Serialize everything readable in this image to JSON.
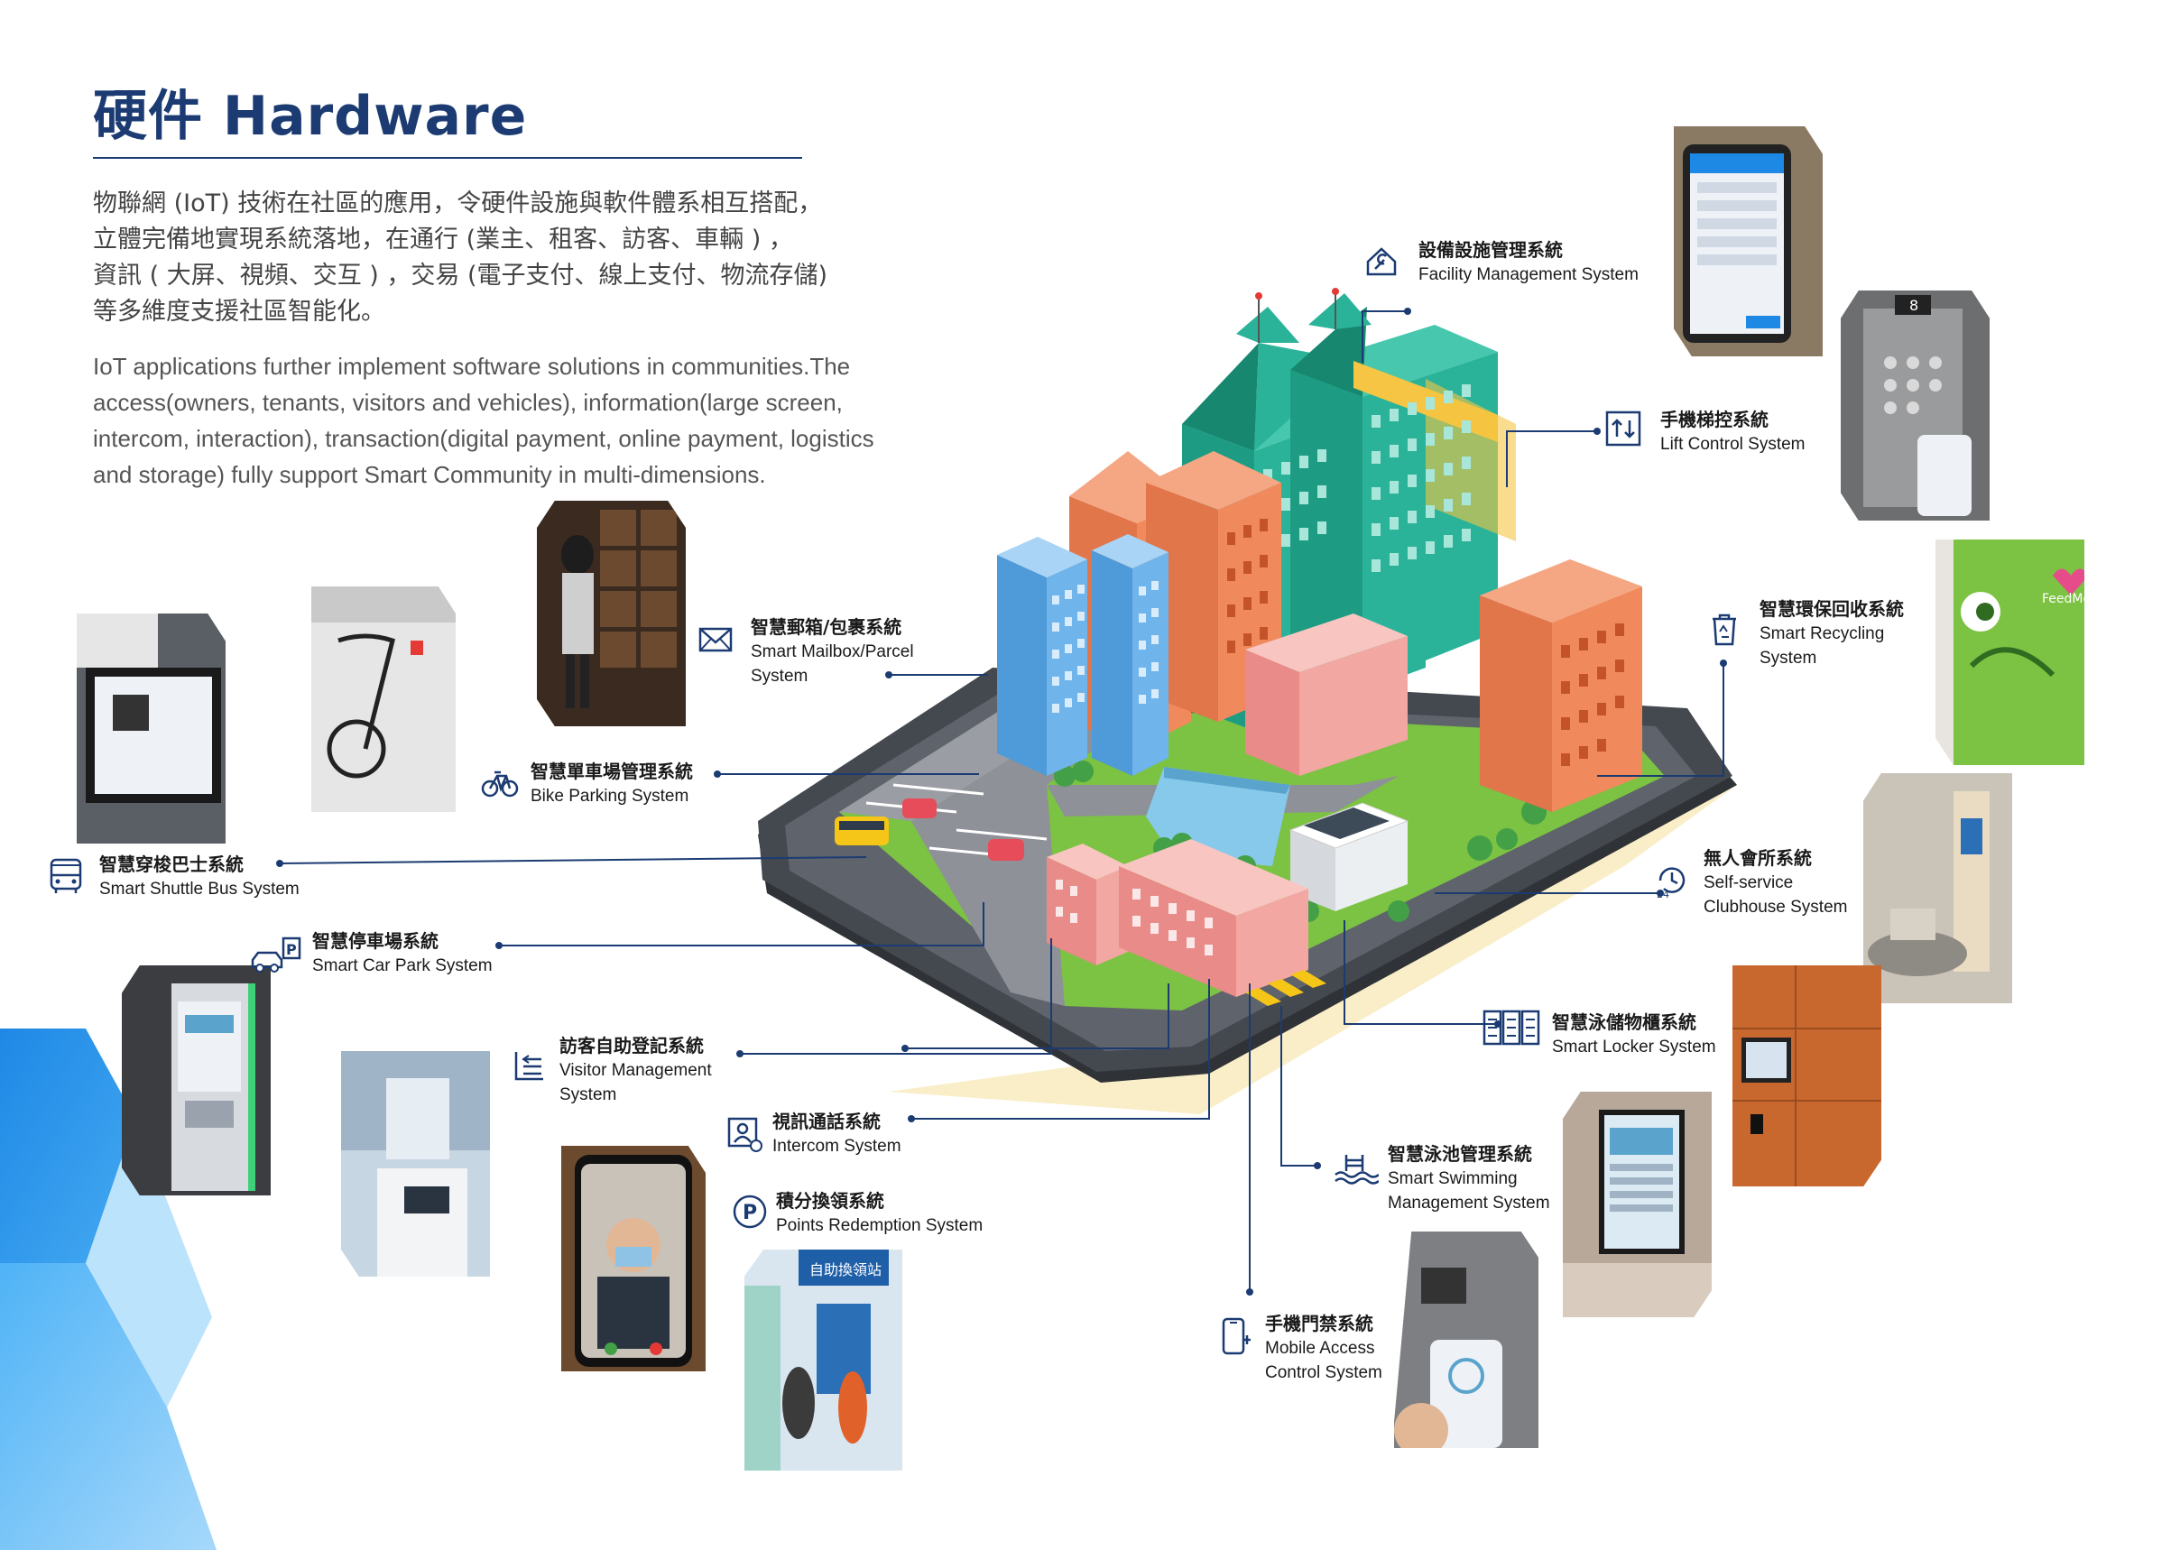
{
  "header": {
    "title": "硬件 Hardware",
    "zh_intro_lines": [
      "物聯網 (IoT) 技術在社區的應用，令硬件設施與軟件體系相互搭配，",
      "立體完備地實現系統落地，在通行 (業主、租客、訪客、車輛 ) ，",
      "資訊 ( 大屏、視頻、交互 ) ，交易 (電子支付、線上支付、物流存儲)",
      "等多維度支援社區智能化。"
    ],
    "en_intro_lines": [
      "IoT applications further implement software solutions in communities.The",
      "access(owners, tenants, visitors and vehicles), information(large screen,",
      "intercom, interaction), transaction(digital payment, online payment, logistics",
      "and storage) fully support Smart Community in multi-dimensions."
    ]
  },
  "systems": {
    "facility": {
      "zh": "設備設施管理系統",
      "en": [
        "Facility Management System"
      ],
      "icon": "wrench-house-icon"
    },
    "lift": {
      "zh": "手機梯控系統",
      "en": [
        "Lift Control System"
      ],
      "icon": "lift-arrows-icon"
    },
    "recycling": {
      "zh": "智慧環保回收系統",
      "en": [
        "Smart Recycling",
        "System"
      ],
      "icon": "recycle-bin-icon"
    },
    "clubhouse": {
      "zh": "無人會所系統",
      "en": [
        "Self-service",
        "Clubhouse System"
      ],
      "icon": "clock-24-icon"
    },
    "locker": {
      "zh": "智慧泳儲物櫃系統",
      "en": [
        "Smart Locker System"
      ],
      "icon": "locker-icon"
    },
    "pool": {
      "zh": "智慧泳池管理系統",
      "en": [
        "Smart Swimming",
        "Management System"
      ],
      "icon": "swimming-icon"
    },
    "mobile_access": {
      "zh": "手機門禁系統",
      "en": [
        "Mobile Access",
        "Control System"
      ],
      "icon": "phone-icon"
    },
    "points": {
      "zh": "積分換領系統",
      "en": [
        "Points Redemption System"
      ],
      "icon": "points-coin-icon"
    },
    "intercom": {
      "zh": "視訊通話系統",
      "en": [
        "Intercom System"
      ],
      "icon": "video-call-icon"
    },
    "visitor": {
      "zh": "訪客自助登記系統",
      "en": [
        "Visitor Management",
        "System"
      ],
      "icon": "visitor-list-icon"
    },
    "carpark": {
      "zh": "智慧停車場系統",
      "en": [
        "Smart Car Park System"
      ],
      "icon": "car-parking-icon"
    },
    "shuttle": {
      "zh": "智慧穿梭巴士系統",
      "en": [
        "Smart Shuttle Bus System"
      ],
      "icon": "bus-icon"
    },
    "bike": {
      "zh": "智慧單車場管理系統",
      "en": [
        "Bike Parking System"
      ],
      "icon": "bicycle-icon"
    },
    "mailbox": {
      "zh": "智慧郵箱/包裹系統",
      "en": [
        "Smart Mailbox/Parcel",
        "System"
      ],
      "icon": "envelope-icon"
    }
  },
  "photo_text": {
    "recycling_brand": "FeedMe",
    "points_sign": "自助換領站",
    "lift_floor": "8"
  },
  "colors": {
    "navy": "#1b3b72",
    "blue": "#1e88e5",
    "tablet": "#3d4046",
    "road": "#6c6f75",
    "grass": "#7cc243",
    "teal": "#2bb39a",
    "orange": "#f08a5d",
    "pink": "#f3a7a2",
    "skyblue": "#6fb4ea"
  }
}
